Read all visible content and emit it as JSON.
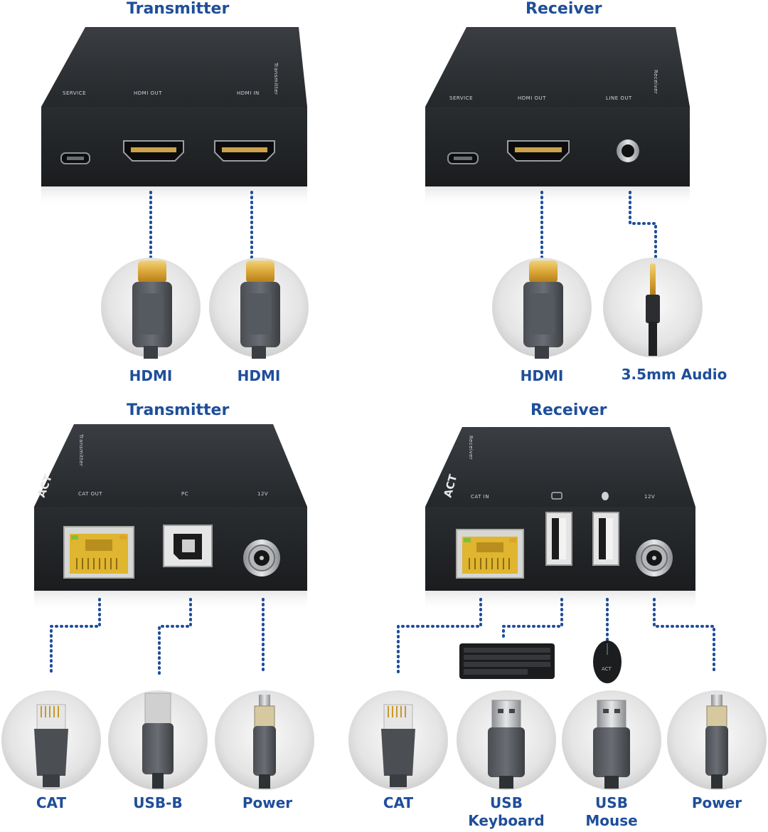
{
  "panels": {
    "top_left": {
      "title": "Transmitter",
      "device_label": "Transmitter",
      "port_labels": [
        "SERVICE",
        "HDMI OUT",
        "HDMI IN"
      ],
      "cables": [
        "HDMI",
        "HDMI"
      ]
    },
    "top_right": {
      "title": "Receiver",
      "device_label": "Receiver",
      "port_labels": [
        "SERVICE",
        "HDMI OUT",
        "LINE OUT"
      ],
      "cables": [
        "HDMI",
        "3.5mm Audio"
      ]
    },
    "bottom_left": {
      "title": "Transmitter",
      "device_label": "Transmitter",
      "port_labels": [
        "CAT OUT",
        "PC",
        "12V"
      ],
      "cables": [
        "CAT",
        "USB-B",
        "Power"
      ]
    },
    "bottom_right": {
      "title": "Receiver",
      "device_label": "Receiver",
      "port_labels": [
        "CAT IN",
        "12V"
      ],
      "cables": [
        "CAT",
        "USB\nKeyboard",
        "USB\nMouse",
        "Power"
      ],
      "cable_lines": [
        [
          "CAT"
        ],
        [
          "USB",
          "Keyboard"
        ],
        [
          "USB",
          "Mouse"
        ],
        [
          "Power"
        ]
      ]
    }
  },
  "brand_logo": "ACT",
  "colors": {
    "title": "#1f4e9a",
    "connector_line": "#1f4e9a",
    "device_body": "#2b2e31",
    "port_gold": "#d9b23a"
  },
  "icons": [
    "hdmi-plug-icon",
    "audio-jack-icon",
    "rj45-plug-icon",
    "usb-b-plug-icon",
    "dc-power-plug-icon",
    "usb-a-plug-icon",
    "keyboard-icon",
    "mouse-icon"
  ]
}
